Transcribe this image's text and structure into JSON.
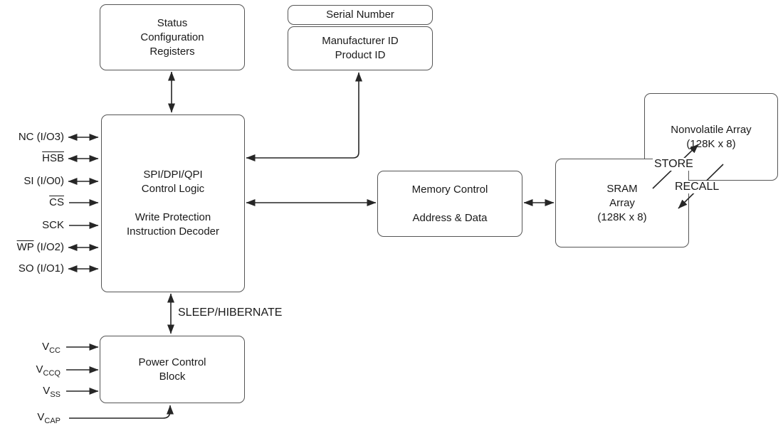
{
  "figure_type": "block_diagram",
  "boxes": {
    "status_configuration_registers": {
      "lines": [
        "Status",
        "Configuration",
        "Registers"
      ]
    },
    "serial_number": {
      "lines": [
        "Serial Number"
      ]
    },
    "manufacturer_product_id": {
      "lines": [
        "Manufacturer ID",
        "Product ID"
      ]
    },
    "spi_control_logic": {
      "lines": [
        "SPI/DPI/QPI",
        "Control Logic",
        "",
        "Write Protection",
        "Instruction Decoder"
      ]
    },
    "memory_control": {
      "lines": [
        "Memory Control",
        "",
        "Address & Data"
      ]
    },
    "sram_array": {
      "lines": [
        "SRAM",
        "Array",
        "(128K x 8)"
      ]
    },
    "nonvolatile_array": {
      "lines": [
        "Nonvolatile Array",
        "(128K x 8)"
      ]
    },
    "power_control_block": {
      "lines": [
        "Power Control",
        "Block"
      ]
    }
  },
  "io_pins": [
    {
      "pre": "NC (I/O3)",
      "over": "",
      "post": "",
      "direction": "bidirectional"
    },
    {
      "pre": "",
      "over": "HSB",
      "post": "",
      "direction": "bidirectional"
    },
    {
      "pre": "SI (I/O0)",
      "over": "",
      "post": "",
      "direction": "bidirectional"
    },
    {
      "pre": "",
      "over": "CS",
      "post": "",
      "direction": "input"
    },
    {
      "pre": "SCK",
      "over": "",
      "post": "",
      "direction": "input"
    },
    {
      "pre": "",
      "over": "WP",
      "post": " (I/O2)",
      "direction": "bidirectional"
    },
    {
      "pre": "SO (I/O1)",
      "over": "",
      "post": "",
      "direction": "bidirectional"
    }
  ],
  "power_pins": [
    {
      "base": "V",
      "sub": "CC"
    },
    {
      "base": "V",
      "sub": "CCQ"
    },
    {
      "base": "V",
      "sub": "SS"
    },
    {
      "base": "V",
      "sub": "CAP"
    }
  ],
  "annotations": {
    "sleep": "SLEEP/HIBERNATE",
    "store": "STORE",
    "recall": "RECALL"
  },
  "colors": {
    "background": "#ffffff",
    "box_border": "#555555",
    "wire": "#262626",
    "text": "#1a1a1a"
  }
}
